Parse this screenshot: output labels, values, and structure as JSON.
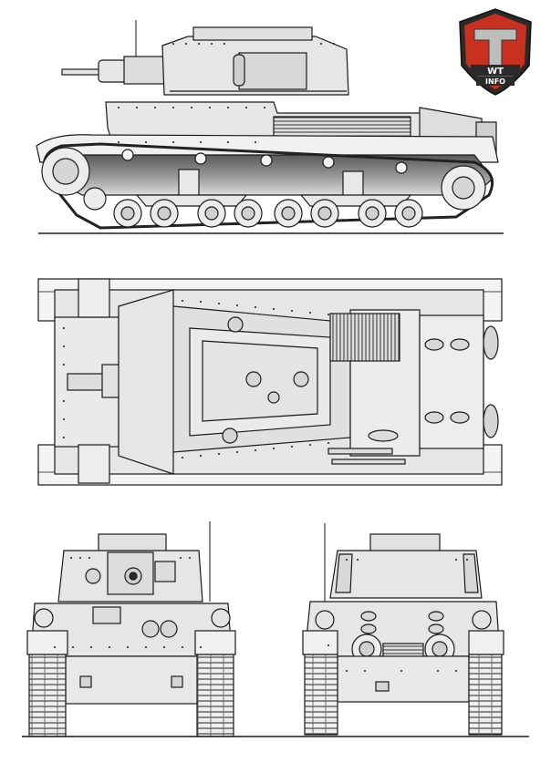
{
  "logo": {
    "line1": "WT",
    "line2": "INFO",
    "colors": {
      "red": "#c8311f",
      "dark": "#2a2a2a",
      "silver": "#bdbdbd"
    }
  },
  "views": [
    "side-view",
    "top-view",
    "front-view",
    "rear-view"
  ],
  "palette": {
    "line": "#1a1a1a",
    "hull": "#e6e6e6",
    "shade": "#9a9a9a",
    "dark": "#2b2b2b"
  }
}
